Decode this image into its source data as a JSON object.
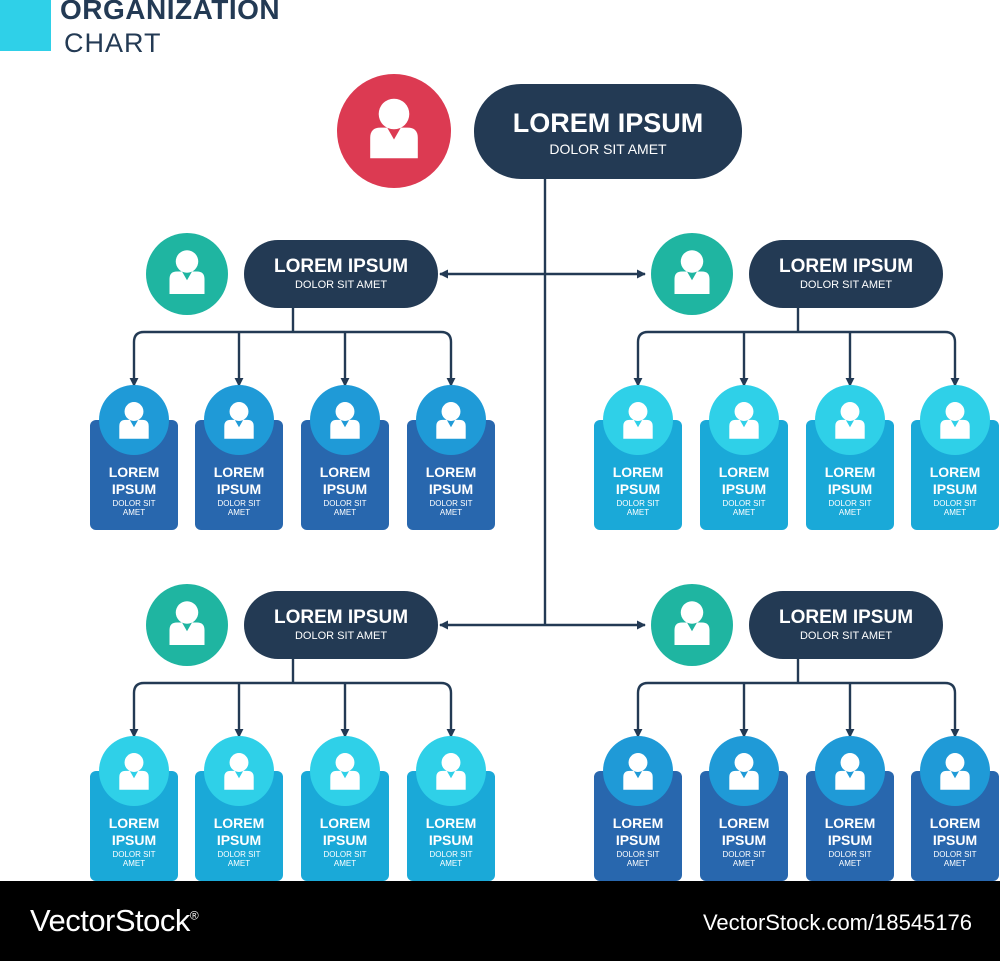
{
  "header": {
    "title_line1": "ORGANIZATION",
    "title_line2": "CHART"
  },
  "colors": {
    "navy": "#233a54",
    "ceo_red": "#dc3a52",
    "manager_teal": "#1fb5a1",
    "dark_blue": "#2867ae",
    "mid_blue": "#1f9ad7",
    "light_blue": "#2fd0e8",
    "cyan_card": "#1aa9d8"
  },
  "root": {
    "title": "LOREM IPSUM",
    "subtitle": "DOLOR SIT AMET"
  },
  "groups": [
    {
      "manager": {
        "title": "LOREM IPSUM",
        "subtitle": "DOLOR SIT AMET"
      },
      "members": [
        {
          "line1": "LOREM",
          "line2": "IPSUM",
          "sub1": "DOLOR SIT",
          "sub2": "AMET"
        },
        {
          "line1": "LOREM",
          "line2": "IPSUM",
          "sub1": "DOLOR SIT",
          "sub2": "AMET"
        },
        {
          "line1": "LOREM",
          "line2": "IPSUM",
          "sub1": "DOLOR SIT",
          "sub2": "AMET"
        },
        {
          "line1": "LOREM",
          "line2": "IPSUM",
          "sub1": "DOLOR SIT",
          "sub2": "AMET"
        }
      ]
    },
    {
      "manager": {
        "title": "LOREM IPSUM",
        "subtitle": "DOLOR SIT AMET"
      },
      "members": [
        {
          "line1": "LOREM",
          "line2": "IPSUM",
          "sub1": "DOLOR SIT",
          "sub2": "AMET"
        },
        {
          "line1": "LOREM",
          "line2": "IPSUM",
          "sub1": "DOLOR SIT",
          "sub2": "AMET"
        },
        {
          "line1": "LOREM",
          "line2": "IPSUM",
          "sub1": "DOLOR SIT",
          "sub2": "AMET"
        },
        {
          "line1": "LOREM",
          "line2": "IPSUM",
          "sub1": "DOLOR SIT",
          "sub2": "AMET"
        }
      ]
    },
    {
      "manager": {
        "title": "LOREM IPSUM",
        "subtitle": "DOLOR SIT AMET"
      },
      "members": [
        {
          "line1": "LOREM",
          "line2": "IPSUM",
          "sub1": "DOLOR SIT",
          "sub2": "AMET"
        },
        {
          "line1": "LOREM",
          "line2": "IPSUM",
          "sub1": "DOLOR SIT",
          "sub2": "AMET"
        },
        {
          "line1": "LOREM",
          "line2": "IPSUM",
          "sub1": "DOLOR SIT",
          "sub2": "AMET"
        },
        {
          "line1": "LOREM",
          "line2": "IPSUM",
          "sub1": "DOLOR SIT",
          "sub2": "AMET"
        }
      ]
    },
    {
      "manager": {
        "title": "LOREM IPSUM",
        "subtitle": "DOLOR SIT AMET"
      },
      "members": [
        {
          "line1": "LOREM",
          "line2": "IPSUM",
          "sub1": "DOLOR SIT",
          "sub2": "AMET"
        },
        {
          "line1": "LOREM",
          "line2": "IPSUM",
          "sub1": "DOLOR SIT",
          "sub2": "AMET"
        },
        {
          "line1": "LOREM",
          "line2": "IPSUM",
          "sub1": "DOLOR SIT",
          "sub2": "AMET"
        },
        {
          "line1": "LOREM",
          "line2": "IPSUM",
          "sub1": "DOLOR SIT",
          "sub2": "AMET"
        }
      ]
    }
  ],
  "watermark": {
    "brand": "VectorStock",
    "registered": "®",
    "url": "VectorStock.com/18545176"
  }
}
